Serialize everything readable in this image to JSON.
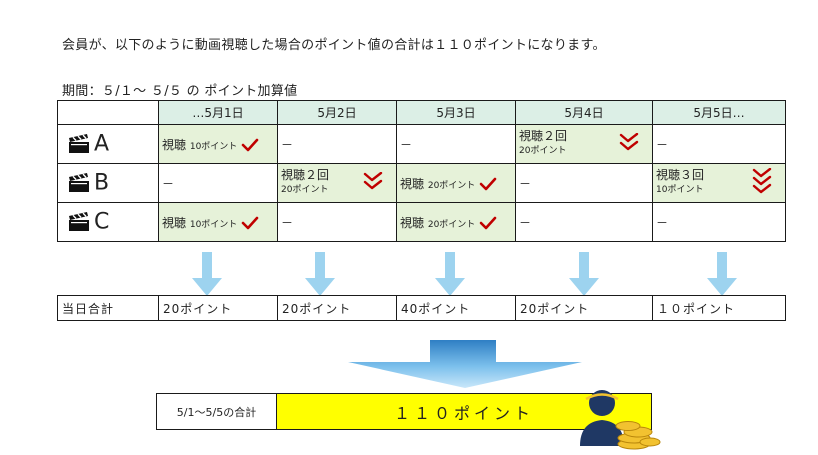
{
  "intro_text": "会員が、以下のように動画視聴した場合のポイント値の合計は１１０ポイントになります。",
  "period_label": "期間：５/１～ ５/５ の ポイント加算値",
  "days": [
    "…5月1日",
    "5月2日",
    "5月3日",
    "5月4日",
    "5月5日…"
  ],
  "dash": "－",
  "members": [
    {
      "name": "A",
      "cells": [
        {
          "kind": "single",
          "view": "視聴",
          "points": "10ポイント"
        },
        {
          "kind": "none"
        },
        {
          "kind": "none"
        },
        {
          "kind": "multi",
          "view": "視聴２回",
          "points": "20ポイント",
          "checks": 2
        },
        {
          "kind": "none"
        }
      ]
    },
    {
      "name": "B",
      "cells": [
        {
          "kind": "none"
        },
        {
          "kind": "multi",
          "view": "視聴２回",
          "points": "20ポイント",
          "checks": 2
        },
        {
          "kind": "single",
          "view": "視聴",
          "points": "20ポイント"
        },
        {
          "kind": "none"
        },
        {
          "kind": "multi",
          "view": "視聴３回",
          "points": "10ポイント",
          "checks": 3
        }
      ]
    },
    {
      "name": "C",
      "cells": [
        {
          "kind": "single",
          "view": "視聴",
          "points": "10ポイント"
        },
        {
          "kind": "none"
        },
        {
          "kind": "single",
          "view": "視聴",
          "points": "20ポイント"
        },
        {
          "kind": "none"
        },
        {
          "kind": "none"
        }
      ]
    }
  ],
  "totals": {
    "label": "当日合計",
    "values": [
      "20ポイント",
      "20ポイント",
      "40ポイント",
      "20ポイント",
      "１０ポイント"
    ]
  },
  "summary": {
    "label": "5/1～5/5の合計",
    "value": "１１０ポイント"
  },
  "icons": {
    "member": "clapperboard-icon",
    "check": "checkmark-icon",
    "arrow": "down-arrow-icon",
    "person": "person-with-coins-icon"
  },
  "colors": {
    "header_bg": "#dcefe6",
    "watched_bg": "#e6f2d9",
    "check": "#c00000",
    "arrow": "#9dd3ef",
    "summary_bg": "#ffff00",
    "person": "#1f3864",
    "coin": "#f2c230"
  }
}
